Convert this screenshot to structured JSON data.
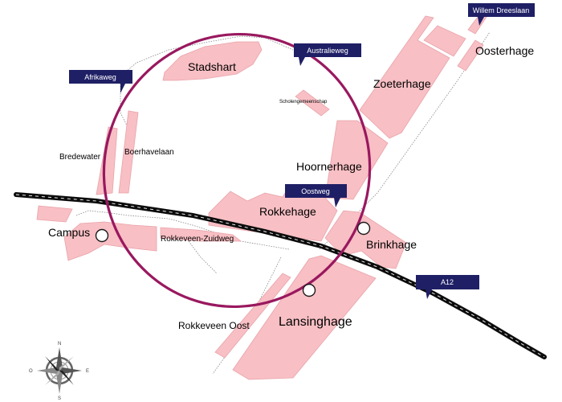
{
  "map": {
    "districts": [
      "Stadshart",
      "Zoeterhage",
      "Oosterhage",
      "Hoornerhage",
      "Rokkehage",
      "Brinkhage",
      "Lansinghage",
      "Campus",
      "Bredewater",
      "Boerhavelaan",
      "Rokkeveen-Zuidweg",
      "Rokkeveen Oost",
      "Scholengemeenschap"
    ],
    "stops": {
      "afrikaweg": "Afrikaweg",
      "australieweg": "Australieweg",
      "willem_dreeslaan": "Willem Dreeslaan",
      "oostweg": "Oostweg"
    },
    "road": "A12",
    "compass": {
      "n": "N",
      "s": "S",
      "e": "E",
      "w": "O"
    },
    "colors": {
      "area": "#f8bfc4",
      "ring_line": "#99185f",
      "flag": "#1f1f66",
      "highway": "#111111"
    }
  }
}
